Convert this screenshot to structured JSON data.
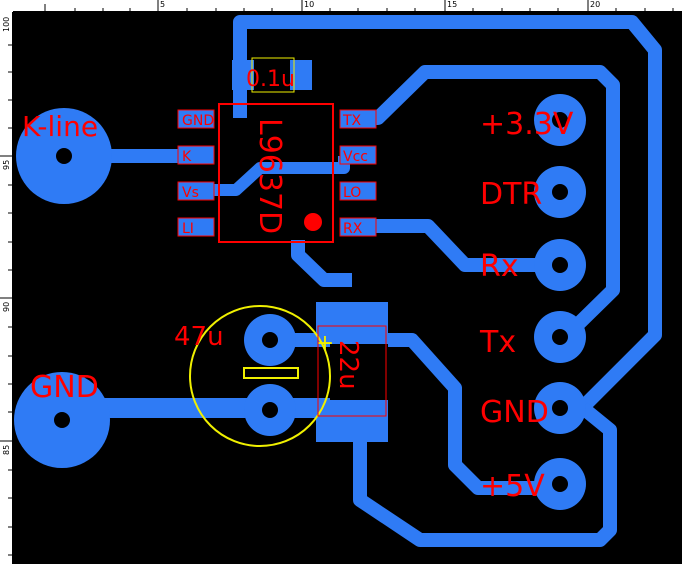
{
  "ruler": {
    "top_ticks": [
      "5",
      "10",
      "15",
      "20"
    ],
    "left_ticks": [
      "100",
      "95",
      "90",
      "85"
    ]
  },
  "board": {
    "colors": {
      "background": "#000000",
      "copper": "#2f7bf5",
      "silkscreen": "#f0f000",
      "label": "#ff0000"
    }
  },
  "ic": {
    "name": "L9637D",
    "pins_left": [
      "GND",
      "K",
      "Vs",
      "LI"
    ],
    "pins_right": [
      "TX",
      "Vcc",
      "LO",
      "RX"
    ]
  },
  "components": {
    "cap_small": "0.1u",
    "cap_electrolytic": "47u",
    "cap_polarity": "+",
    "cap_22u": "22u"
  },
  "pads": {
    "kline": "K-line",
    "gnd": "GND"
  },
  "header": {
    "pins": [
      "+3.3V",
      "DTR",
      "Rx",
      "Tx",
      "GND",
      "+5V"
    ]
  }
}
